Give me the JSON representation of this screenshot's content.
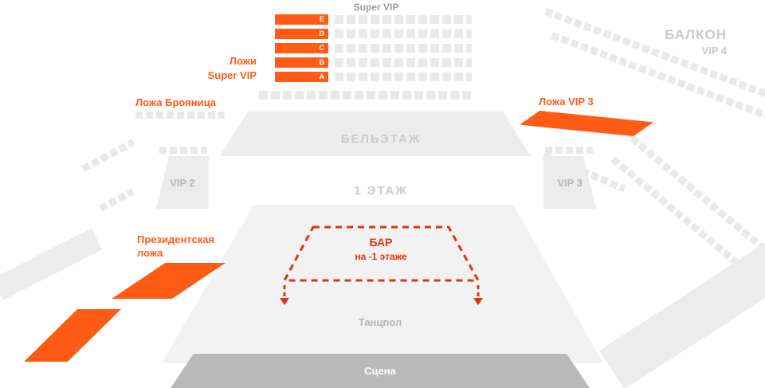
{
  "colors": {
    "orange": "#FF5B15",
    "red": "#E0340F",
    "seat": "#E9E9E9",
    "band": "#ECECEC",
    "floor": "#F2F2F2",
    "stage": "#B9B9B9",
    "graytext": "#C9C9C9",
    "graymid": "#B5B5B5",
    "graydark": "#9C9C9C",
    "white": "#FFFFFF"
  },
  "upper": {
    "heading": "Super VIP",
    "rows": [
      "E",
      "D",
      "C",
      "B",
      "A"
    ],
    "lozhi_label": "Ложи",
    "super_vip_label": "Super VIP",
    "broyanitsa_label": "Ложа Брояница"
  },
  "balcony": {
    "title": "БАЛКОН",
    "subtitle": "VIP 4"
  },
  "left_wing": {
    "vip2": "VIP 2",
    "president_line1": "Президентская",
    "president_line2": "ложа"
  },
  "right_wing": {
    "vip3": "VIP 3",
    "lozha_vip3": "Ложа VIP 3"
  },
  "center": {
    "beletazh": "БЕЛЬЭТАЖ",
    "floor1": "1 ЭТАЖ",
    "bar_title": "БАР",
    "bar_subtitle": "на -1 этаже",
    "dancefloor": "Танцпол",
    "stage": "Сцена"
  }
}
